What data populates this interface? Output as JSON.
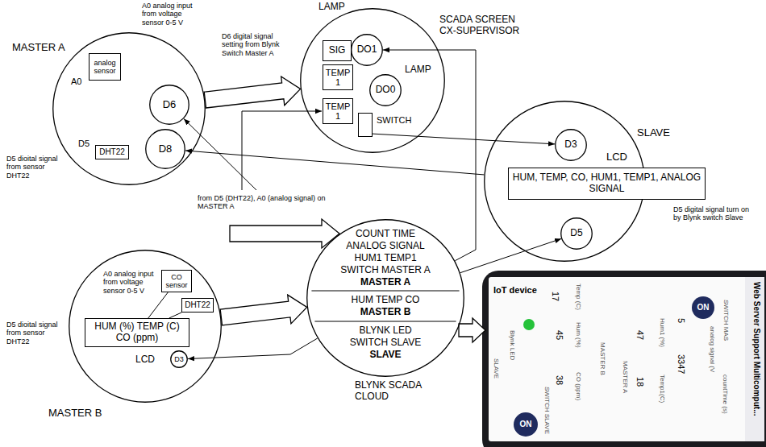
{
  "diagram": {
    "nodes": [
      {
        "text": [
          "MASTER A"
        ]
      },
      {
        "text": [
          "analog sensor"
        ],
        "in": 0
      },
      {
        "text": [
          "D6"
        ],
        "in": 0
      },
      {
        "text": [
          "D8"
        ],
        "in": 0
      },
      {
        "text": [
          "DHT22"
        ],
        "in": 0
      },
      {
        "text": [
          "SCADA SCREEN CX-SUPERVISOR"
        ]
      },
      {
        "text": [
          "SIG"
        ],
        "in": 5
      },
      {
        "text": [
          "DO1"
        ],
        "in": 5
      },
      {
        "text": [
          "TEMP 1"
        ],
        "in": 5
      },
      {
        "text": [
          "DO0"
        ],
        "in": 5
      },
      {
        "text": [
          "TEMP 1"
        ],
        "in": 5
      },
      {
        "text": [
          "SWITCH"
        ],
        "in": 5
      },
      {
        "text": [
          "SLAVE"
        ]
      },
      {
        "text": [
          "D3"
        ],
        "in": 12
      },
      {
        "text": [
          "LCD",
          "HUM, TEMP, CO, HUM1, TEMP1, ANALOG SIGNAL"
        ],
        "in": 12
      },
      {
        "text": [
          "D5"
        ],
        "in": 12
      },
      {
        "text": [
          "MASTER B"
        ]
      },
      {
        "text": [
          "CO sensor"
        ],
        "in": 16
      },
      {
        "text": [
          "DHT22"
        ],
        "in": 16
      },
      {
        "text": [
          "HUM (%) TEMP (C) CO (ppm)"
        ],
        "in": 16
      },
      {
        "text": [
          "D3"
        ],
        "in": 16
      },
      {
        "text": [
          "COUNT TIME",
          "ANALOG SIGNAL",
          "HUM1 TEMP1",
          "SWITCH MASTER A",
          "MASTER A",
          "HUM TEMP CO",
          "MASTER B",
          "BLYNK LED",
          "SWITCH SLAVE",
          "SLAVE",
          "BLYNK SCADA CLOUD"
        ]
      }
    ],
    "edges": [
      {
        "from": 0,
        "to": 5,
        "arrow": "to"
      },
      {
        "from": 11,
        "to": 13,
        "arrow": "to"
      },
      {
        "from": 12,
        "to": 3,
        "arrow": "to"
      },
      {
        "from": 21,
        "to": 7,
        "arrow": "to"
      },
      {
        "from": 21,
        "to": 15,
        "arrow": "to"
      },
      {
        "from": 16,
        "to": 21,
        "arrow": "to"
      },
      {
        "from": 21,
        "to": 20,
        "arrow": "to"
      },
      {
        "from": 17,
        "to": 19,
        "arrow": "none"
      },
      {
        "from": 18,
        "to": 19,
        "arrow": "none"
      }
    ],
    "labels": [
      "A0 analog input from voltage sensor 0-5 V",
      "LAMP",
      "D6 digital signal setting from Blynk Switch Master A",
      "A0",
      "LAMP",
      "D5",
      "D5 dioital signal from sensor DHT22",
      "from D5 (DHT22), A0 (analog signal) on MASTER A",
      "D5 digital signal turn on by Blynk switch Slave",
      "A0 analog input from voltage sensor 0-5 V",
      "D5 dioital signal from sensor DHT22",
      "LCD",
      "IoT device",
      "Web Server Support Multicomput...",
      "ON",
      "SWITCH MAS",
      "analog signal (V",
      "countTime (s)",
      "5",
      "3347",
      "Hum1 (%)",
      "47",
      "Temp1(C)",
      "18",
      "MASTER A",
      "Temp (C)",
      "17",
      "Hum (%)",
      "45",
      "CO (ppm)",
      "38",
      "MASTER B",
      "Blynk LED",
      "SLAVE",
      "ON",
      "SWITCH SLAVE"
    ]
  }
}
